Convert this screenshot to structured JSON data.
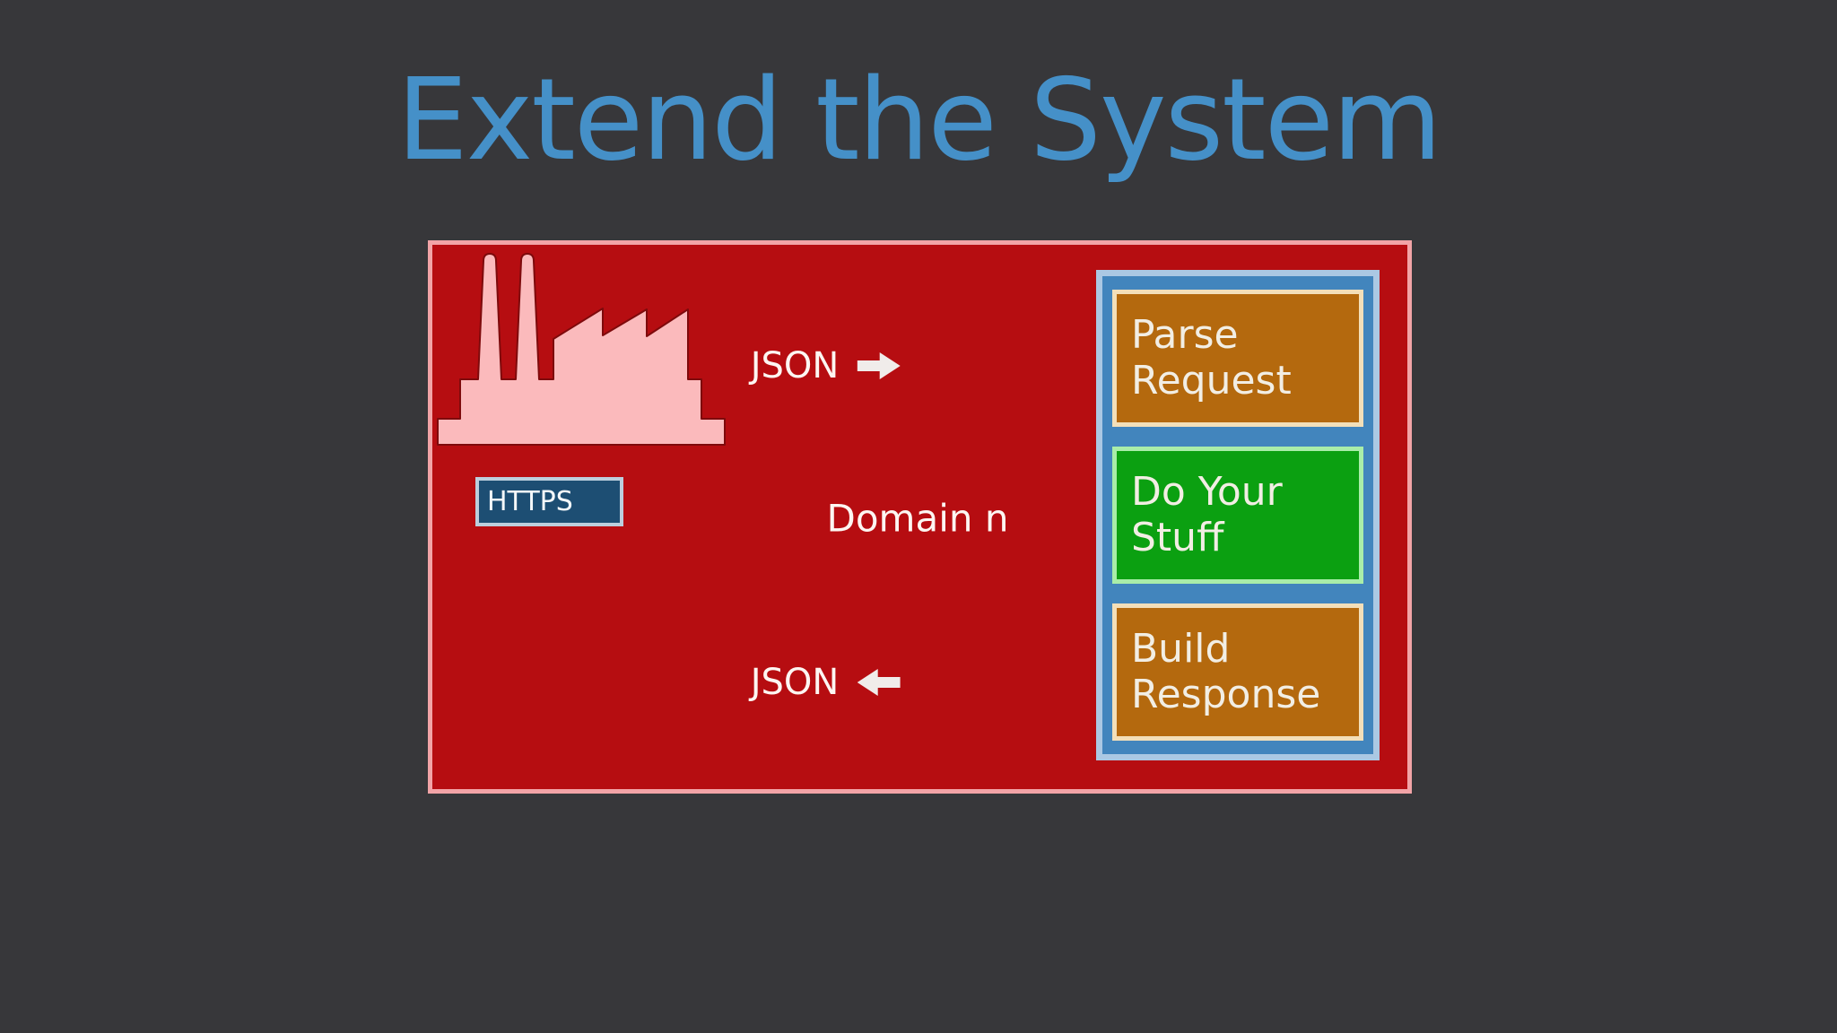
{
  "page": {
    "background_color": "#37373a"
  },
  "title": {
    "text": "Extend the System",
    "color": "#4590c8"
  },
  "panel": {
    "fill": "#b60d11",
    "border_color": "#f2a4a7",
    "factory": {
      "icon": "factory-icon",
      "color": "#fbbabc"
    },
    "https_chip": {
      "label": "HTTPS",
      "fill": "#1d4e73",
      "border_color": "#bccedd"
    },
    "request_flow": {
      "label": "JSON",
      "arrow_icon": "arrow-right-icon",
      "arrow_color": "#f0ecea"
    },
    "domain": {
      "label": "Domain n"
    },
    "response_flow": {
      "label": "JSON",
      "arrow_icon": "arrow-left-icon",
      "arrow_color": "#f0ecea"
    },
    "pipeline": {
      "fill": "#4285bd",
      "border_color": "#abc8e3",
      "steps": [
        {
          "label": "Parse Request",
          "fill": "#b4690e",
          "border_color": "#f3dfb9"
        },
        {
          "label": "Do Your Stuff",
          "fill": "#0ba011",
          "border_color": "#a9eda9"
        },
        {
          "label": "Build Response",
          "fill": "#b4690e",
          "border_color": "#f3dfb9"
        }
      ]
    }
  }
}
